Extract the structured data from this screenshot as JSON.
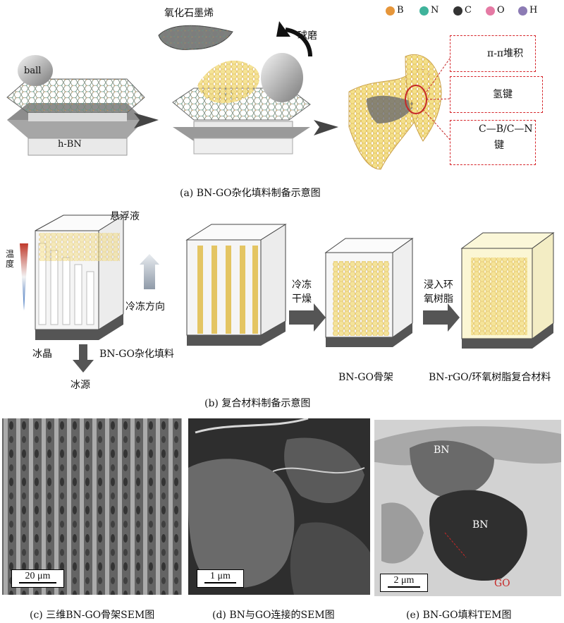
{
  "legend": {
    "items": [
      {
        "symbol": "B",
        "color": "#e6963a"
      },
      {
        "symbol": "N",
        "color": "#3fb39b"
      },
      {
        "symbol": "C",
        "color": "#333333"
      },
      {
        "symbol": "O",
        "color": "#e57aa4"
      },
      {
        "symbol": "H",
        "color": "#8c7bb4"
      }
    ]
  },
  "panel_a": {
    "ball_label": "ball",
    "hbn_label": "h-BN",
    "go_label": "氧化石墨烯",
    "ballmill_label": "球磨",
    "interactions": [
      "π-π堆积",
      "氢键",
      "C—B/C—N",
      "键"
    ],
    "caption": "(a) BN-GO杂化填料制备示意图"
  },
  "panel_b": {
    "temperature_label": "温度",
    "suspension_label": "悬浮液",
    "freeze_dir_label": "冷冻方向",
    "ice_crystal_label": "冰晶",
    "hybrid_filler_label": "BN-GO杂化填料",
    "cold_source_label": "冰源",
    "step1": [
      "冷冻",
      "干燥"
    ],
    "skeleton_label": "BN-GO骨架",
    "step2": [
      "浸入环",
      "氧树脂"
    ],
    "composite_label": "BN-rGO/环氧树脂复合材料",
    "caption": "(b) 复合材料制备示意图"
  },
  "panel_c": {
    "scale": "20 μm",
    "caption": "(c) 三维BN-GO骨架SEM图"
  },
  "panel_d": {
    "scale": "1 μm",
    "caption": "(d) BN与GO连接的SEM图"
  },
  "panel_e": {
    "scale": "2 μm",
    "bn_labels": [
      "BN",
      "BN"
    ],
    "go_label": "GO",
    "caption": "(e) BN-GO填料TEM图"
  }
}
